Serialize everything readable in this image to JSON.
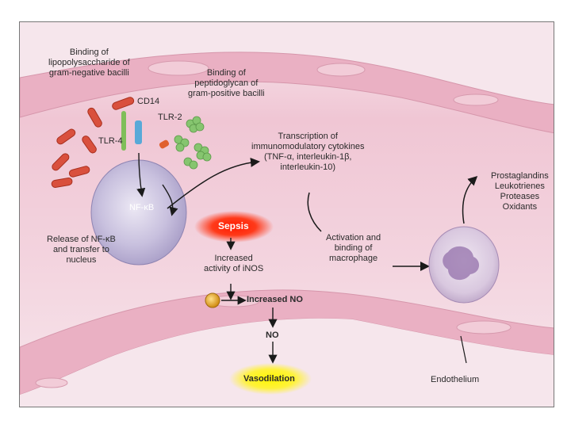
{
  "labels": {
    "lps_binding": [
      "Binding of",
      "lipopolysaccharide of",
      "gram-negative bacilli"
    ],
    "pg_binding": [
      "Binding of",
      "peptidoglycan of",
      "gram-positive bacilli"
    ],
    "cd14": "CD14",
    "tlr4": "TLR-4",
    "tlr2": "TLR-2",
    "nfkb": "NF-κB",
    "transcription": [
      "Transcription of",
      "immunomodulatory cytokines",
      "(TNF-α, interleukin-1β,",
      "interleukin-10)"
    ],
    "mediators": [
      "Prostaglandins",
      "Leukotrienes",
      "Proteases",
      "Oxidants"
    ],
    "release": [
      "Release of NF-κB",
      "and transfer to",
      "nucleus"
    ],
    "sepsis": "Sepsis",
    "inos": [
      "Increased",
      "activity of iNOS"
    ],
    "activation": [
      "Activation and",
      "binding of",
      "macrophage"
    ],
    "increased_no": "Increased NO",
    "no": "NO",
    "vasodilation": "Vasodilation",
    "endothelium": "Endothelium"
  },
  "colors": {
    "tissue": "#f1c3d2",
    "vessel_wall": "#eab3c5",
    "lumen": "#f6e5eb",
    "bacilli_red": "#d9503d",
    "cocci_green": "#7fbf6a",
    "cell_purple": "#b8aed0",
    "sepsis_glow": "#ff2a12",
    "vasodilation_glow": "#fff200",
    "inos_enzyme": "#e0a020"
  }
}
